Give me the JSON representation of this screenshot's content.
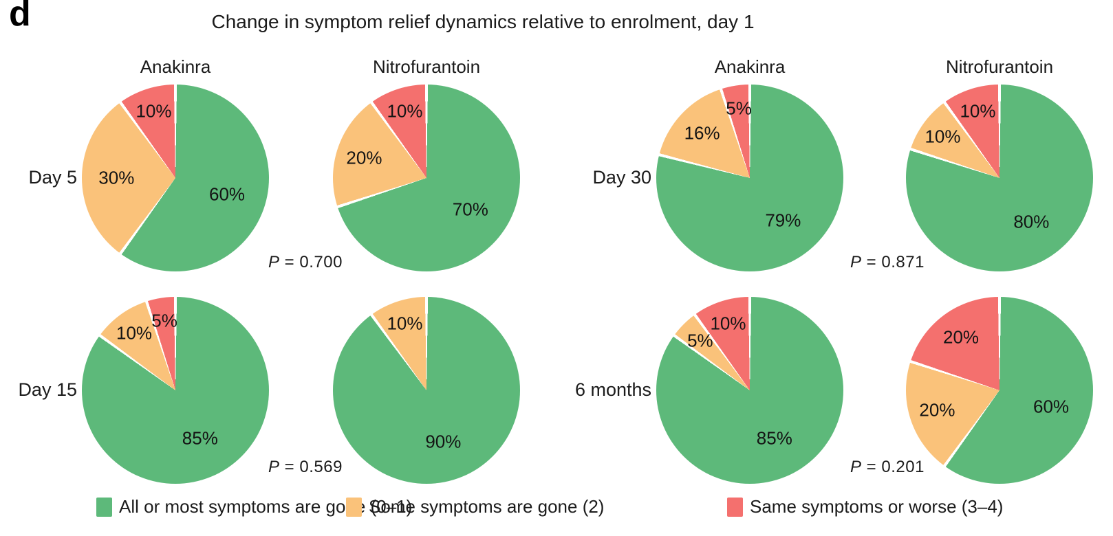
{
  "panel_label": "d",
  "title": "Change in symptom relief dynamics relative to enrolment, day 1",
  "legend": {
    "items": [
      {
        "label": "All or most symptoms are gone (0–1)",
        "color": "#5db97a"
      },
      {
        "label": "Some symptoms are gone (2)",
        "color": "#fac27a"
      },
      {
        "label": "Same symptoms or worse (3–4)",
        "color": "#f4706e"
      }
    ]
  },
  "chart_data": {
    "type": "pie",
    "unit": "%",
    "title": "Change in symptom relief dynamics relative to enrolment, day 1",
    "slice_order": [
      "All or most symptoms are gone (0–1)",
      "Some symptoms are gone (2)",
      "Same symptoms or worse (3–4)"
    ],
    "colors": [
      "#5db97a",
      "#fac27a",
      "#f4706e"
    ],
    "start_angle_deg": 0,
    "direction": "clockwise",
    "layout": "2x2 groups, each group has Anakinra and Nitrofurantoin pies; drug headers shown on top row only",
    "groups": [
      {
        "time_label": "Day 5",
        "p_text": "P = 0.700",
        "row": 0,
        "side": "left",
        "pies": [
          {
            "drug": "Anakinra",
            "values": [
              60,
              30,
              10
            ]
          },
          {
            "drug": "Nitrofurantoin",
            "values": [
              70,
              20,
              10
            ]
          }
        ]
      },
      {
        "time_label": "Day 30",
        "p_text": "P = 0.871",
        "row": 0,
        "side": "right",
        "pies": [
          {
            "drug": "Anakinra",
            "values": [
              79,
              16,
              5
            ]
          },
          {
            "drug": "Nitrofurantoin",
            "values": [
              80,
              10,
              10
            ]
          }
        ]
      },
      {
        "time_label": "Day 15",
        "p_text": "P = 0.569",
        "row": 1,
        "side": "left",
        "pies": [
          {
            "drug": "Anakinra",
            "values": [
              85,
              10,
              5
            ]
          },
          {
            "drug": "Nitrofurantoin",
            "values": [
              90,
              10,
              0
            ]
          }
        ]
      },
      {
        "time_label": "6 months",
        "p_text": "P = 0.201",
        "row": 1,
        "side": "right",
        "pies": [
          {
            "drug": "Anakinra",
            "values": [
              85,
              5,
              10
            ]
          },
          {
            "drug": "Nitrofurantoin",
            "values": [
              60,
              20,
              20
            ]
          }
        ]
      }
    ]
  }
}
